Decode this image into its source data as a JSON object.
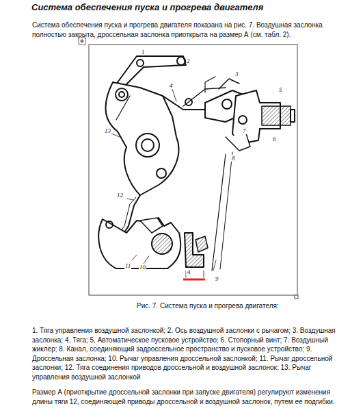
{
  "diagram": {
    "title": "Система обеспечения пуска и прогрева двигателя",
    "caption": "Рис. 7. Система пуска и прогрева двигателя:",
    "labels": [
      "Система обеспечения пуска и прогрева двигателя показана на рис. 7. Воздушная заслонка полностью закрыта, дроссельная заслонка приоткрыта на размер А (см. табл. 2).",
      "1. Тяга управления воздушной заслонкой; 2. Ось воздушной заслонки с рычагом; 3. Воздушная заслонка; 4. Тяга; 5. Автоматическое пусковое устройство; 6. Стопорный винт; 7. Воздушный жиклер; 8. Канал, соединяющий задроссельное пространство и пусковое устройство; 9. Дроссельная заслонка; 10. Рычаг управления дроссельной заслонкой; 11. Рычаг дроссельной заслонки; 12. Тяга соединения приводов дроссельной и воздушной заслонок; 13. Рычаг управления воздушной заслонкой",
      "Размер А (приоткрытие дроссельной заслонки при запуске двигателя) регулируют изменения длины тяги 12, соединяющей приводы дроссельной и воздушной заслонок, путем ее подгибки.",
      "1",
      "2",
      "3",
      "4",
      "5",
      "6",
      "7",
      "8",
      "9",
      "10",
      "11",
      "12",
      "13",
      "А"
    ]
  }
}
